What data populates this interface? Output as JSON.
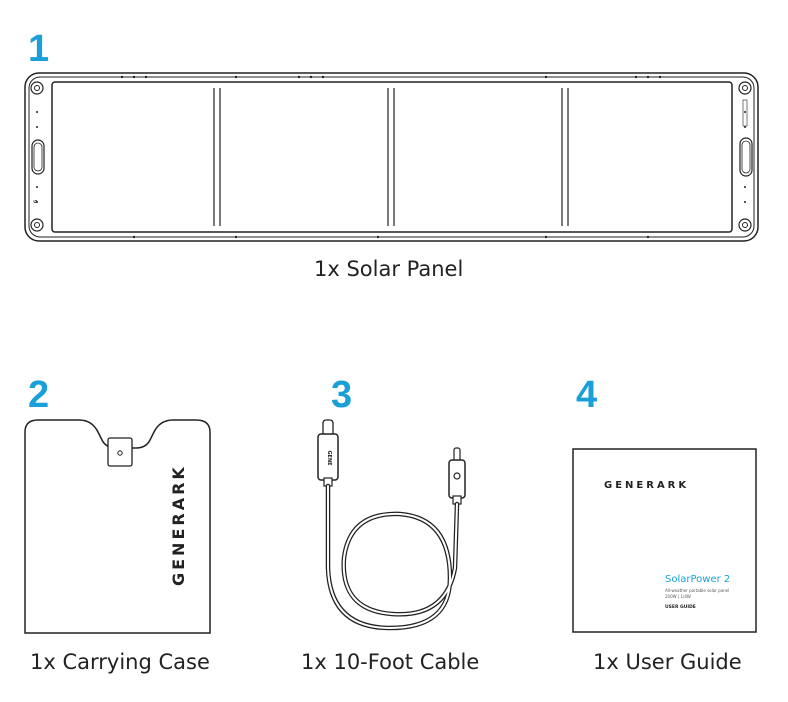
{
  "accent_color": "#1aa0d8",
  "items": [
    {
      "number": "1",
      "caption": "1x Solar Panel"
    },
    {
      "number": "2",
      "caption": "1x Carrying Case"
    },
    {
      "number": "3",
      "caption": "1x 10-Foot Cable"
    },
    {
      "number": "4",
      "caption": "1x User Guide"
    }
  ],
  "brand": "GENERARK",
  "guide": {
    "product": "SolarPower 2",
    "subtitle": "All-weather portable solar panel",
    "model": "200W | 1/4W",
    "footer": "USER GUIDE"
  }
}
